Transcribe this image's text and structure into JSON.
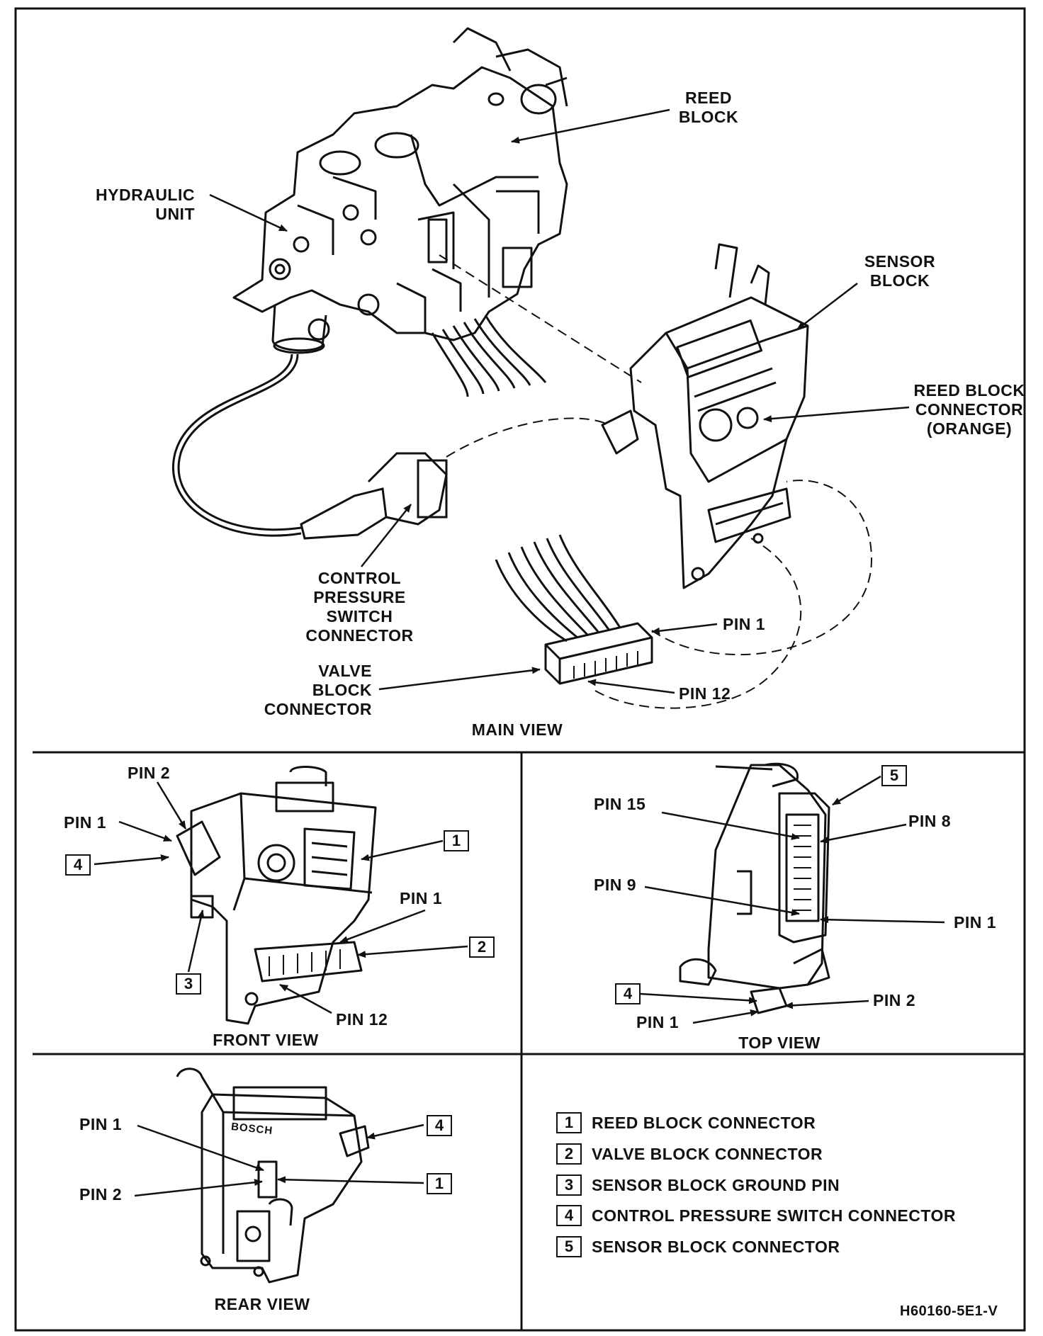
{
  "main_view": {
    "title": "MAIN VIEW",
    "labels": {
      "reed_block": "REED\nBLOCK",
      "hydraulic_unit": "HYDRAULIC\nUNIT",
      "sensor_block": "SENSOR\nBLOCK",
      "reed_block_connector": "REED BLOCK\nCONNECTOR\n(ORANGE)",
      "control_pressure_switch_connector": "CONTROL\nPRESSURE\nSWITCH\nCONNECTOR",
      "valve_block_connector": "VALVE\nBLOCK\nCONNECTOR",
      "pin_1": "PIN 1",
      "pin_12": "PIN 12"
    }
  },
  "front_view": {
    "title": "FRONT VIEW",
    "labels": {
      "pin_2": "PIN 2",
      "pin_1_left": "PIN 1",
      "pin_1_right": "PIN 1",
      "pin_12": "PIN 12"
    },
    "callouts": {
      "c1": "1",
      "c2": "2",
      "c3": "3",
      "c4": "4"
    }
  },
  "top_view": {
    "title": "TOP VIEW",
    "labels": {
      "pin_15": "PIN 15",
      "pin_8": "PIN 8",
      "pin_9": "PIN 9",
      "pin_1_right": "PIN 1",
      "pin_2": "PIN 2",
      "pin_1_bottom": "PIN 1"
    },
    "callouts": {
      "c4": "4",
      "c5": "5"
    }
  },
  "rear_view": {
    "title": "REAR VIEW",
    "labels": {
      "pin_1": "PIN 1",
      "pin_2": "PIN 2",
      "brand": "BOSCH"
    },
    "callouts": {
      "c1": "1",
      "c4": "4"
    }
  },
  "legend": {
    "items": [
      {
        "num": "1",
        "text": "REED BLOCK CONNECTOR"
      },
      {
        "num": "2",
        "text": "VALVE BLOCK CONNECTOR"
      },
      {
        "num": "3",
        "text": "SENSOR BLOCK GROUND PIN"
      },
      {
        "num": "4",
        "text": "CONTROL PRESSURE SWITCH CONNECTOR"
      },
      {
        "num": "5",
        "text": "SENSOR BLOCK CONNECTOR"
      }
    ]
  },
  "figure_code": "H60160-5E1-V",
  "colors": {
    "ink": "#111111",
    "paper": "#ffffff"
  }
}
